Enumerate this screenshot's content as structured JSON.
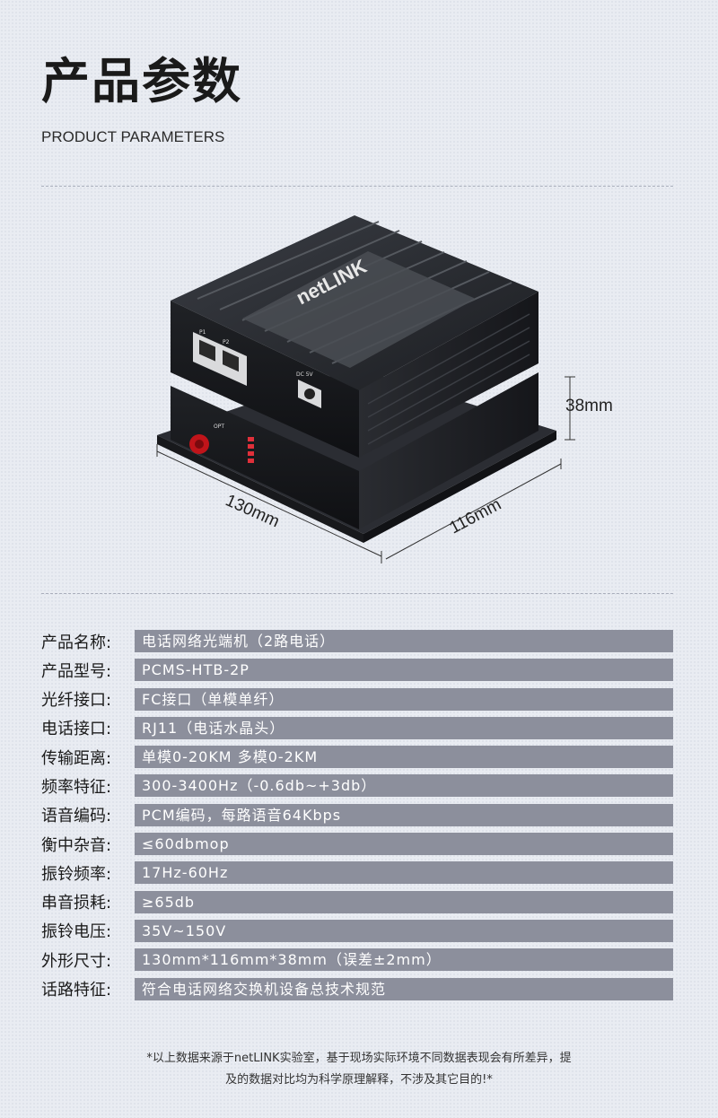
{
  "header": {
    "title": "产品参数",
    "subtitle": "PRODUCT PARAMETERS"
  },
  "product_image": {
    "brand": "netLINK",
    "port_labels": [
      "P1",
      "P2"
    ],
    "power_label": "DC 5V",
    "opt_label": "OPT",
    "dimensions": {
      "length": "130mm",
      "width": "116mm",
      "height": "38mm"
    }
  },
  "params": [
    {
      "label": "产品名称:",
      "value": "电话网络光端机（2路电话）"
    },
    {
      "label": "产品型号:",
      "value": "PCMS-HTB-2P"
    },
    {
      "label": "光纤接口:",
      "value": "FC接口（单模单纤）"
    },
    {
      "label": "电话接口:",
      "value": "RJ11（电话水晶头）"
    },
    {
      "label": "传输距离:",
      "value": "单模0-20KM 多模0-2KM"
    },
    {
      "label": "频率特征:",
      "value": "300-3400Hz（-0.6db~+3db）"
    },
    {
      "label": "语音编码:",
      "value": "PCM编码，每路语音64Kbps"
    },
    {
      "label": "衡中杂音:",
      "value": "≤60dbmop"
    },
    {
      "label": "振铃频率:",
      "value": "17Hz-60Hz"
    },
    {
      "label": "串音损耗:",
      "value": "≥65db"
    },
    {
      "label": "振铃电压:",
      "value": "35V~150V"
    },
    {
      "label": "外形尺寸:",
      "value": "130mm*116mm*38mm（误差±2mm）"
    },
    {
      "label": "话路特征:",
      "value": "符合电话网络交换机设备总技术规范"
    }
  ],
  "footnote": {
    "line1": "*以上数据来源于netLINK实验室，基于现场实际环境不同数据表现会有所差异，提",
    "line2": "及的数据对比均为科学原理解释，不涉及其它目的!*"
  }
}
